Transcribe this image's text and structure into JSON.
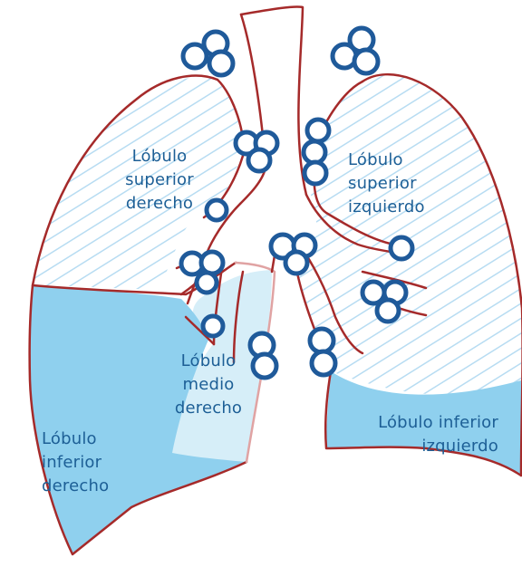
{
  "labels": {
    "right_superior": [
      "Lóbulo",
      "superior",
      "derecho"
    ],
    "left_superior": [
      "Lóbulo",
      "superior",
      "izquierdo"
    ],
    "right_middle": [
      "Lóbulo",
      "medio",
      "derecho"
    ],
    "right_inferior": [
      "Lóbulo",
      "inferior",
      "derecho"
    ],
    "left_inferior": [
      "Lóbulo inferior",
      "izquierdo"
    ]
  },
  "colors": {
    "outline": "#a52a2a",
    "node_stroke": "#1f5a9a",
    "label_text": "#1d5f96",
    "inferior_fill": "#8fd0ee",
    "middle_fill": "#d6eef8",
    "superior_hatch": "#b7dcf2"
  }
}
